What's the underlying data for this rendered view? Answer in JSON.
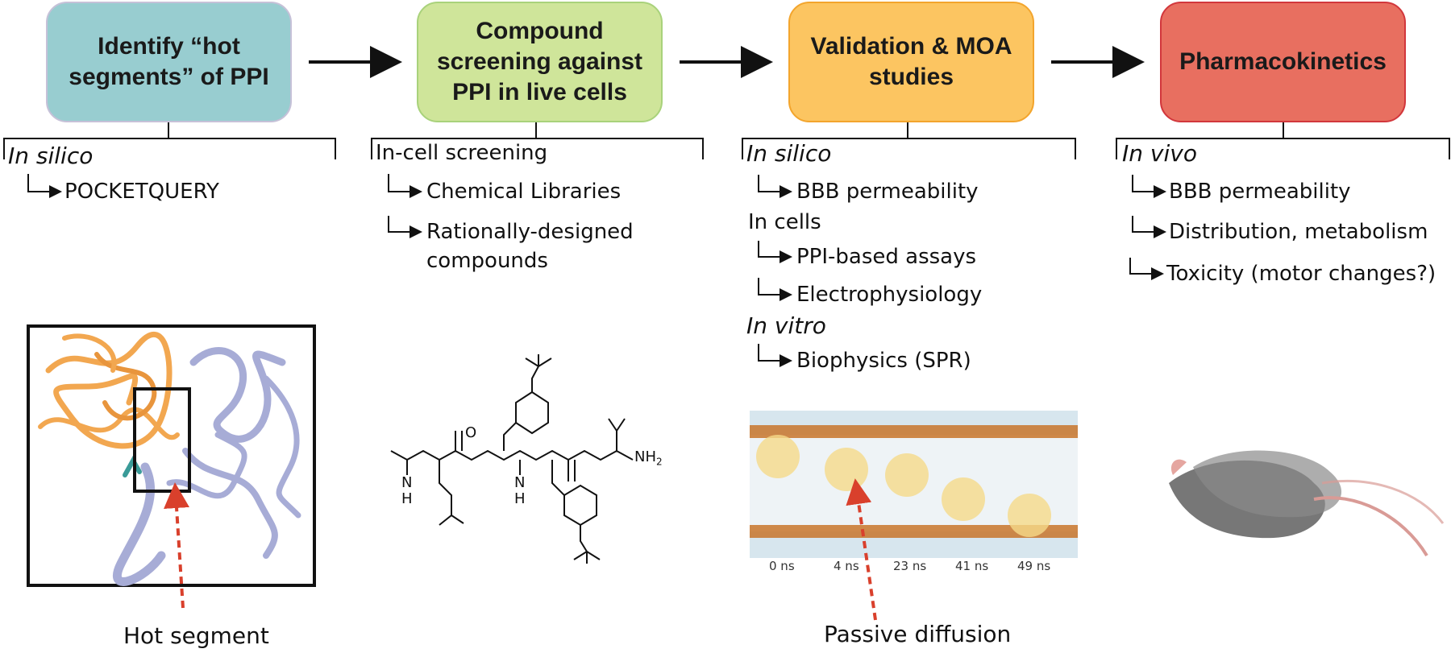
{
  "stages": [
    {
      "title": "Identify “hot\nsegments” of PPI",
      "color": "#98cdd0"
    },
    {
      "title": "Compound\nscreening against\nPPI in live cells",
      "color": "#cfe59a"
    },
    {
      "title": "Validation & MOA\nstudies",
      "color": "#fcc561"
    },
    {
      "title": "Pharmacokinetics",
      "color": "#e86f60"
    }
  ],
  "col1": {
    "header": "In silico",
    "items": [
      "POCKETQUERY"
    ]
  },
  "col2": {
    "header": "In-cell screening",
    "items": [
      "Chemical Libraries",
      "Rationally-designed",
      "compounds"
    ]
  },
  "col3": {
    "h1": "In silico",
    "i1": "BBB permeability",
    "h2": "In cells",
    "i2": "PPI-based assays",
    "i3": "Electrophysiology",
    "h3": "In vitro",
    "i4": "Biophysics (SPR)"
  },
  "col4": {
    "header": "In vivo",
    "items": [
      "BBB permeability",
      "Distribution, metabolism",
      "Toxicity (motor changes?)"
    ]
  },
  "captions": {
    "hot_segment": "Hot segment",
    "passive_diffusion": "Passive diffusion"
  },
  "timeline": [
    "0 ns",
    "4 ns",
    "23 ns",
    "41 ns",
    "49 ns"
  ],
  "molecule_labels": {
    "nh": "N\nH",
    "nh2": "NH",
    "nh2_sub": "2",
    "n": "N",
    "o": "O"
  }
}
